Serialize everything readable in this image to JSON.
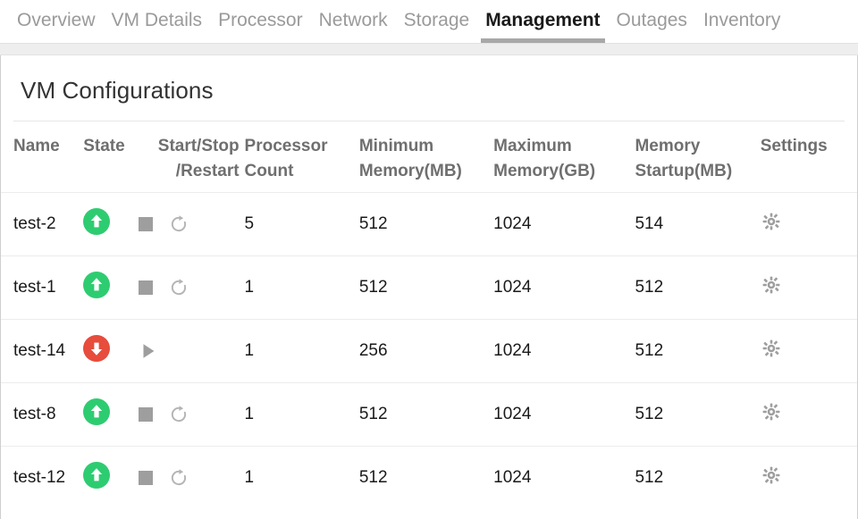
{
  "tabs": [
    {
      "label": "Overview",
      "active": false
    },
    {
      "label": "VM Details",
      "active": false
    },
    {
      "label": "Processor",
      "active": false
    },
    {
      "label": "Network",
      "active": false
    },
    {
      "label": "Storage",
      "active": false
    },
    {
      "label": "Management",
      "active": true
    },
    {
      "label": "Outages",
      "active": false
    },
    {
      "label": "Inventory",
      "active": false
    }
  ],
  "card": {
    "title": "VM Configurations"
  },
  "table": {
    "headers": {
      "name": "Name",
      "state": "State",
      "control_line1": "Start/Stop",
      "control_line2": "/Restart",
      "processor_line1": "Processor",
      "processor_line2": "Count",
      "min_memory_line1": "Minimum",
      "min_memory_line2": "Memory(MB)",
      "max_memory_line1": "Maximum",
      "max_memory_line2": "Memory(GB)",
      "startup_memory_line1": "Memory",
      "startup_memory_line2": "Startup(MB)",
      "settings": "Settings"
    },
    "rows": [
      {
        "name": "test-2",
        "state": "running",
        "state_icon": "arrow-up-circle-icon",
        "controls": [
          "stop-icon",
          "restart-icon"
        ],
        "processor_count": "5",
        "minimum_memory_mb": "512",
        "maximum_memory_gb": "1024",
        "memory_startup_mb": "514",
        "settings_icon": "gear-icon"
      },
      {
        "name": "test-1",
        "state": "running",
        "state_icon": "arrow-up-circle-icon",
        "controls": [
          "stop-icon",
          "restart-icon"
        ],
        "processor_count": "1",
        "minimum_memory_mb": "512",
        "maximum_memory_gb": "1024",
        "memory_startup_mb": "512",
        "settings_icon": "gear-icon"
      },
      {
        "name": "test-14",
        "state": "stopped",
        "state_icon": "arrow-down-circle-icon",
        "controls": [
          "start-icon"
        ],
        "processor_count": "1",
        "minimum_memory_mb": "256",
        "maximum_memory_gb": "1024",
        "memory_startup_mb": "512",
        "settings_icon": "gear-icon"
      },
      {
        "name": "test-8",
        "state": "running",
        "state_icon": "arrow-up-circle-icon",
        "controls": [
          "stop-icon",
          "restart-icon"
        ],
        "processor_count": "1",
        "minimum_memory_mb": "512",
        "maximum_memory_gb": "1024",
        "memory_startup_mb": "512",
        "settings_icon": "gear-icon"
      },
      {
        "name": "test-12",
        "state": "running",
        "state_icon": "arrow-up-circle-icon",
        "controls": [
          "stop-icon",
          "restart-icon"
        ],
        "processor_count": "1",
        "minimum_memory_mb": "512",
        "maximum_memory_gb": "1024",
        "memory_startup_mb": "512",
        "settings_icon": "gear-icon"
      }
    ]
  },
  "colors": {
    "running": "#2ecc71",
    "stopped": "#e74c3c",
    "icon_gray": "#9e9e9e",
    "header_text": "#6f6f6f",
    "tab_inactive": "#9a9a9a",
    "tab_active": "#1a1a1a"
  }
}
